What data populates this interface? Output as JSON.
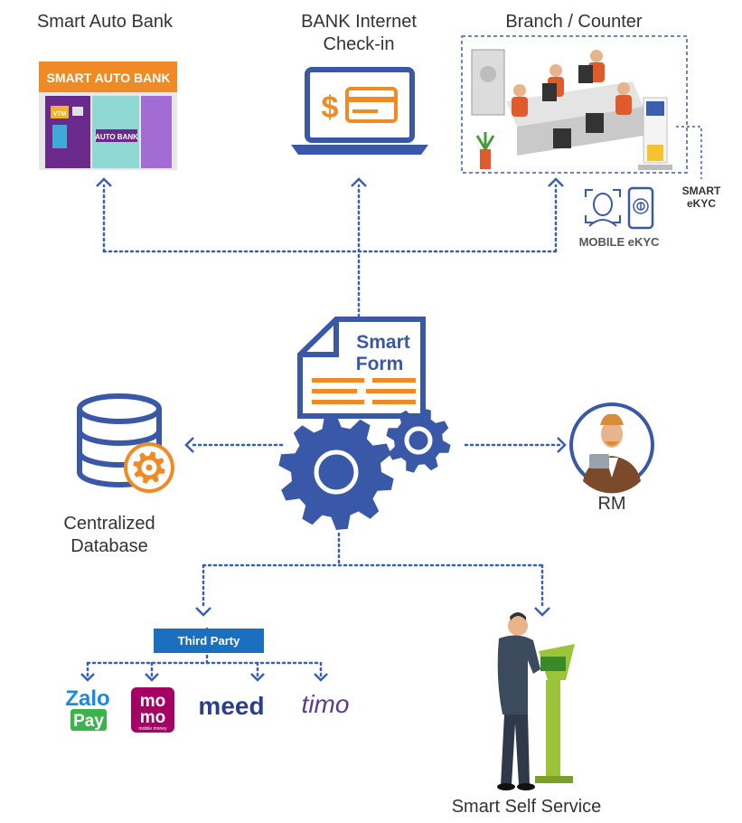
{
  "labels": {
    "smart_auto_bank": "Smart Auto Bank",
    "bank_internet_line1": "BANK Internet",
    "bank_internet_line2": "Check-in",
    "branch_counter": "Branch / Counter",
    "smart_ekyc_line1": "SMART",
    "smart_ekyc_line2": "eKYC",
    "mobile_ekyc": "MOBILE eKYC",
    "centralized_line1": "Centralized",
    "centralized_line2": "Database",
    "rm": "RM",
    "third_party": "Third Party",
    "smart_self_service": "Smart Self Service"
  },
  "atm": {
    "banner": "SMART AUTO BANK",
    "vtm": "VTM",
    "auto_bank": "AUTO BANK"
  },
  "smart_form": {
    "line1": "Smart",
    "line2": "Form"
  },
  "partners": {
    "zalo_top": "Zalo",
    "zalo_bottom": "Pay",
    "momo_top": "mo",
    "momo_bottom": "mo",
    "momo_sub": "mobile money",
    "meed": "meed",
    "timo": "timo"
  },
  "colors": {
    "brand_blue": "#3a58a8",
    "arrow_blue": "#3a5fae",
    "orange": "#f08a24",
    "third_party_bg": "#1a6fbf",
    "kiosk_green": "#9cc43a"
  },
  "icons": {
    "database": "database-gear-icon",
    "rm": "rm-avatar-icon",
    "laptop": "laptop-payment-icon",
    "face": "face-scan-icon",
    "fingerprint": "fingerprint-phone-icon"
  }
}
